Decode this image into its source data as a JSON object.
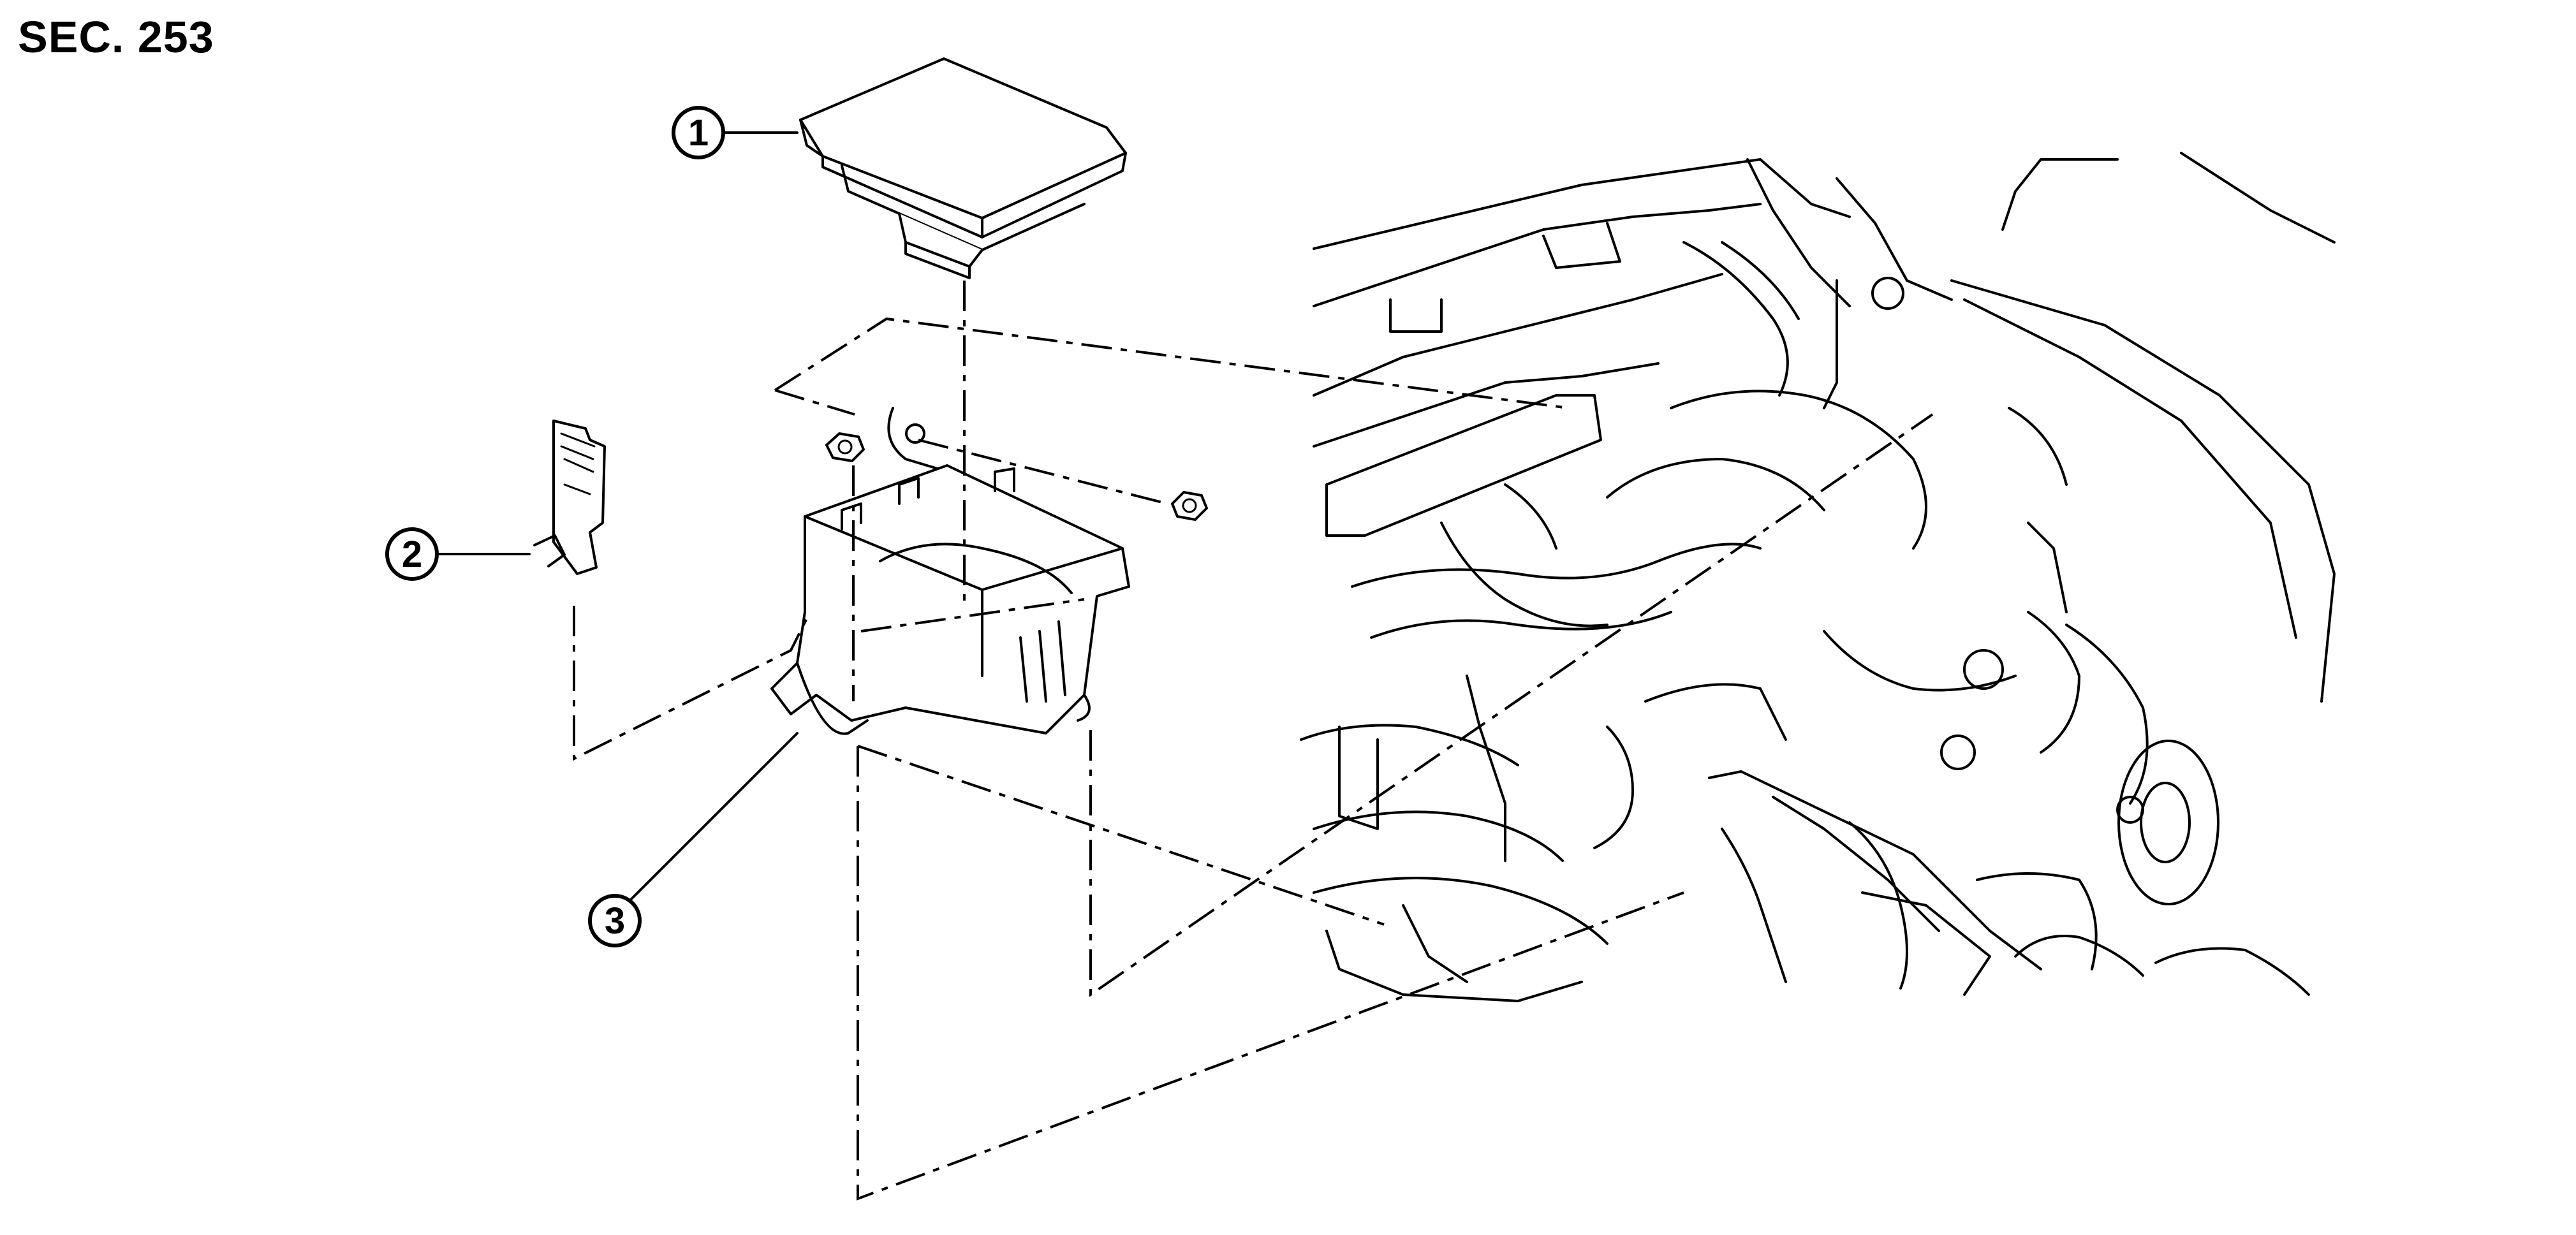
{
  "section": "SEC. 253",
  "callouts": [
    {
      "number": "1"
    },
    {
      "number": "2"
    },
    {
      "number": "3"
    }
  ],
  "icons": [
    "fuse-box-cover-icon",
    "bracket-icon",
    "fuse-block-housing-icon",
    "nut-icon",
    "engine-bay-icon"
  ]
}
